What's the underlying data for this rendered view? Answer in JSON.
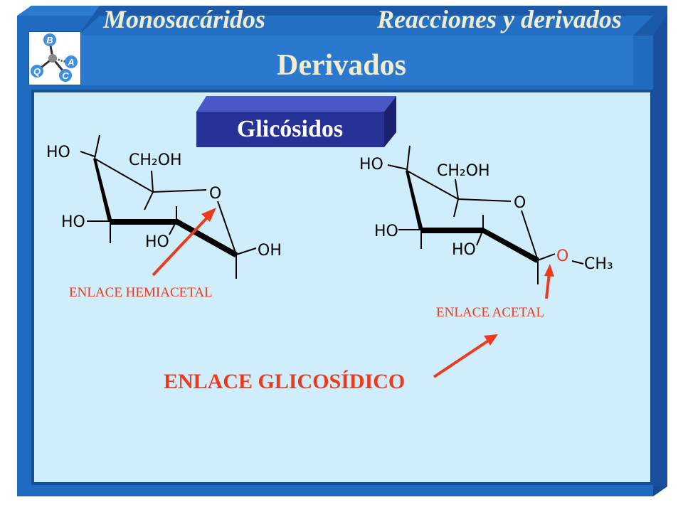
{
  "header": {
    "left_title": "Monosacáridos",
    "right_title": "Reacciones y derivados"
  },
  "logo": {
    "letters": [
      "B",
      "A",
      "C",
      "Q"
    ]
  },
  "page_title": "Derivados",
  "badge": "Glicósidos",
  "molecule_left": {
    "ho_top": "HO",
    "ch2oh": "CH₂OH",
    "ring_o": "O",
    "ho_mid": "HO",
    "ho_low": "HO",
    "oh_anomeric": "OH"
  },
  "molecule_right": {
    "ho_top": "HO",
    "ch2oh": "CH₂OH",
    "ring_o": "O",
    "ho_mid": "HO",
    "ho_low": "HO",
    "o_glyc": "O",
    "ch3": "CH₃"
  },
  "labels": {
    "hemiacetal": "ENLACE HEMIACETAL",
    "acetal": "ENLACE ACETAL",
    "glycosidic": "ENLACE GLICOSÍDICO"
  },
  "colors": {
    "frame_blue": "#1f6bbf",
    "panel": "#cfedfb",
    "badge": "#263296",
    "accent_red": "#ee3a1c"
  }
}
